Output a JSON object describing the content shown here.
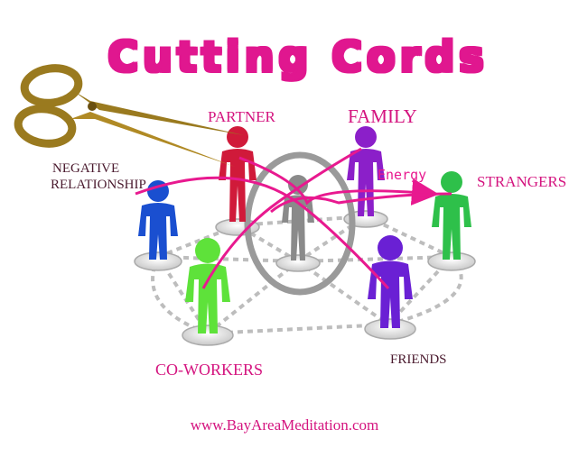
{
  "title": "Cutting Cords",
  "labels": {
    "partner": "PARTNER",
    "family": "FAMILY",
    "negative_line1": "NEGATIVE",
    "negative_line2": "RELATIONSHIP",
    "energy": "Energy",
    "strangers": "STRANGERS",
    "coworkers": "CO-WORKERS",
    "friends": "FRIENDS"
  },
  "website": "www.BayAreaMeditation.com",
  "colors": {
    "title": "#e0178f",
    "label_text": "#d4147f",
    "label_dark": "#4a1a2e",
    "cord": "#e8198f",
    "scissors": "#9a7a1f",
    "partner_figure": "#d01a3a",
    "family_figure": "#8b1fc9",
    "negative_figure": "#1a4fd0",
    "center_figure": "#8a8a8a",
    "strangers_figure": "#2ec04a",
    "coworkers_figure": "#5ee23a",
    "friends_figure": "#6a20d4"
  },
  "icons": [
    "scissors-icon",
    "person-icon"
  ]
}
